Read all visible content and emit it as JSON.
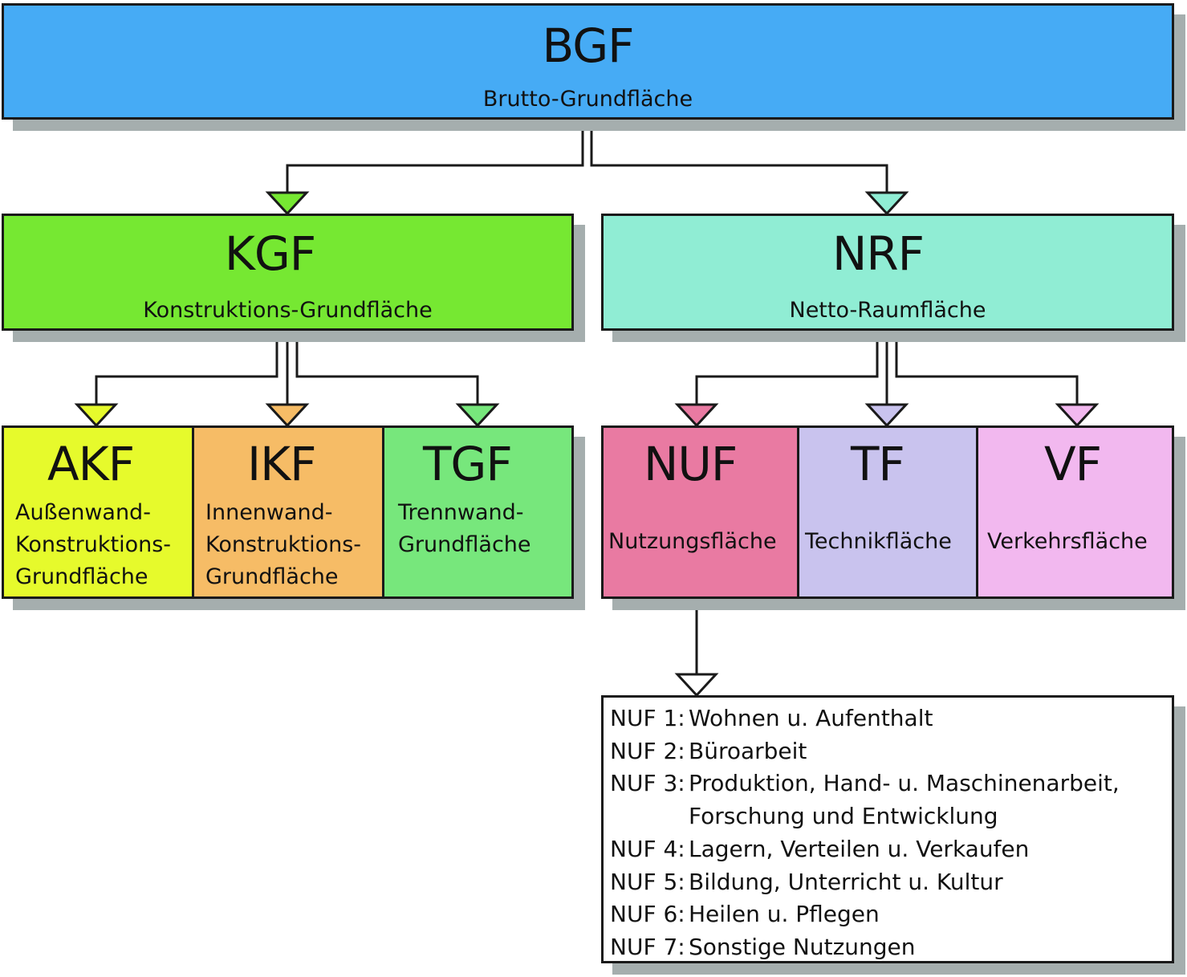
{
  "colors": {
    "bgf": "#46abf5",
    "kgf": "#76e832",
    "nrf": "#90edd4",
    "akf": "#e6fa2c",
    "ikf": "#f6bc66",
    "tgf": "#77e77c",
    "nuf": "#e97aa2",
    "tf": "#c9c3ee",
    "vf": "#f2b8ef",
    "shadow": "#a5aeae",
    "line": "#1a1a1a"
  },
  "bgf": {
    "abbr": "BGF",
    "full": "Brutto-Grundfläche"
  },
  "kgf": {
    "abbr": "KGF",
    "full": "Konstruktions-Grundfläche"
  },
  "nrf": {
    "abbr": "NRF",
    "full": "Netto-Raumfläche"
  },
  "akf": {
    "abbr": "AKF",
    "full": "Außenwand-\nKonstruktions-\nGrundfläche"
  },
  "ikf": {
    "abbr": "IKF",
    "full": "Innenwand-\nKonstruktions-\nGrundfläche"
  },
  "tgf": {
    "abbr": "TGF",
    "full": "Trennwand-\nGrundfläche"
  },
  "nuf": {
    "abbr": "NUF",
    "full": "Nutzungsfläche"
  },
  "tf": {
    "abbr": "TF",
    "full": "Technikfläche"
  },
  "vf": {
    "abbr": "VF",
    "full": "Verkehrsfläche"
  },
  "nuf_list": [
    {
      "code": "NUF 1:",
      "text": "Wohnen u. Aufenthalt"
    },
    {
      "code": "NUF 2:",
      "text": "Büroarbeit"
    },
    {
      "code": "NUF 3:",
      "text": "Produktion, Hand- u. Maschinenarbeit, Forschung und Entwicklung"
    },
    {
      "code": "NUF 4:",
      "text": "Lagern, Verteilen u. Verkaufen"
    },
    {
      "code": "NUF 5:",
      "text": "Bildung, Unterricht u. Kultur"
    },
    {
      "code": "NUF 6:",
      "text": "Heilen u. Pflegen"
    },
    {
      "code": "NUF 7:",
      "text": "Sonstige Nutzungen"
    }
  ]
}
